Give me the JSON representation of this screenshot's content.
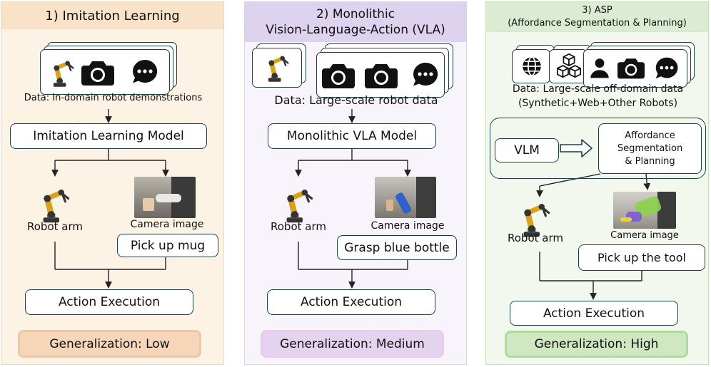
{
  "panel1": {
    "title": "1) Imitation Learning",
    "data_label": "Data: In-domain robot demonstrations",
    "model": "Imitation Learning Model",
    "robot_arm": "Robot arm",
    "camera_image": "Camera image",
    "command": "Pick up mug",
    "action": "Action Execution",
    "generalization": "Generalization: Low",
    "gen_color": "#f6d6b8"
  },
  "panel2": {
    "title_line1": "2) Monolithic",
    "title_line2": "Vision-Language-Action (VLA)",
    "data_label": "Data: Large-scale robot data",
    "model": "Monolithic VLA Model",
    "robot_arm": "Robot arm",
    "camera_image": "Camera image",
    "command": "Grasp blue bottle",
    "action": "Action Execution",
    "generalization": "Generalization: Medium",
    "gen_color": "#e3d3ee"
  },
  "panel3": {
    "title_line1": "3) ASP",
    "title_line2": "(Affordance Segmentation & Planning)",
    "data_label_line1": "Data: Large-scale off-domain data",
    "data_label_line2": "(Synthetic+Web+Other Robots)",
    "vlm": "VLM",
    "asp_line1": "Affordance",
    "asp_line2": "Segmentation",
    "asp_line3": "& Planning",
    "robot_arm": "Robot arm",
    "camera_image": "Camera image",
    "command": "Pick up the tool",
    "action": "Action Execution",
    "generalization": "Generalization: High",
    "gen_color": "#cfe8c2"
  },
  "icons": [
    "robot-arm-icon",
    "camera-icon",
    "chat-bubble-icon",
    "globe-icon",
    "cubes-icon",
    "person-icon"
  ]
}
